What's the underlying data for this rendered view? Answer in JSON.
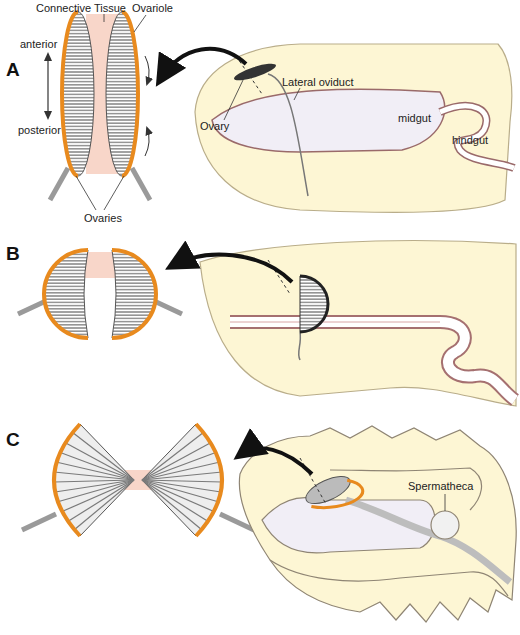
{
  "diagram": {
    "labels": [
      "A",
      "Connective Tissue",
      "Ovariole",
      "anterior",
      "posterior",
      "Ovaries",
      "Lateral oviduct",
      "Ovary",
      "midgut",
      "hindgut",
      "B",
      "C",
      "Spermatheca"
    ]
  }
}
